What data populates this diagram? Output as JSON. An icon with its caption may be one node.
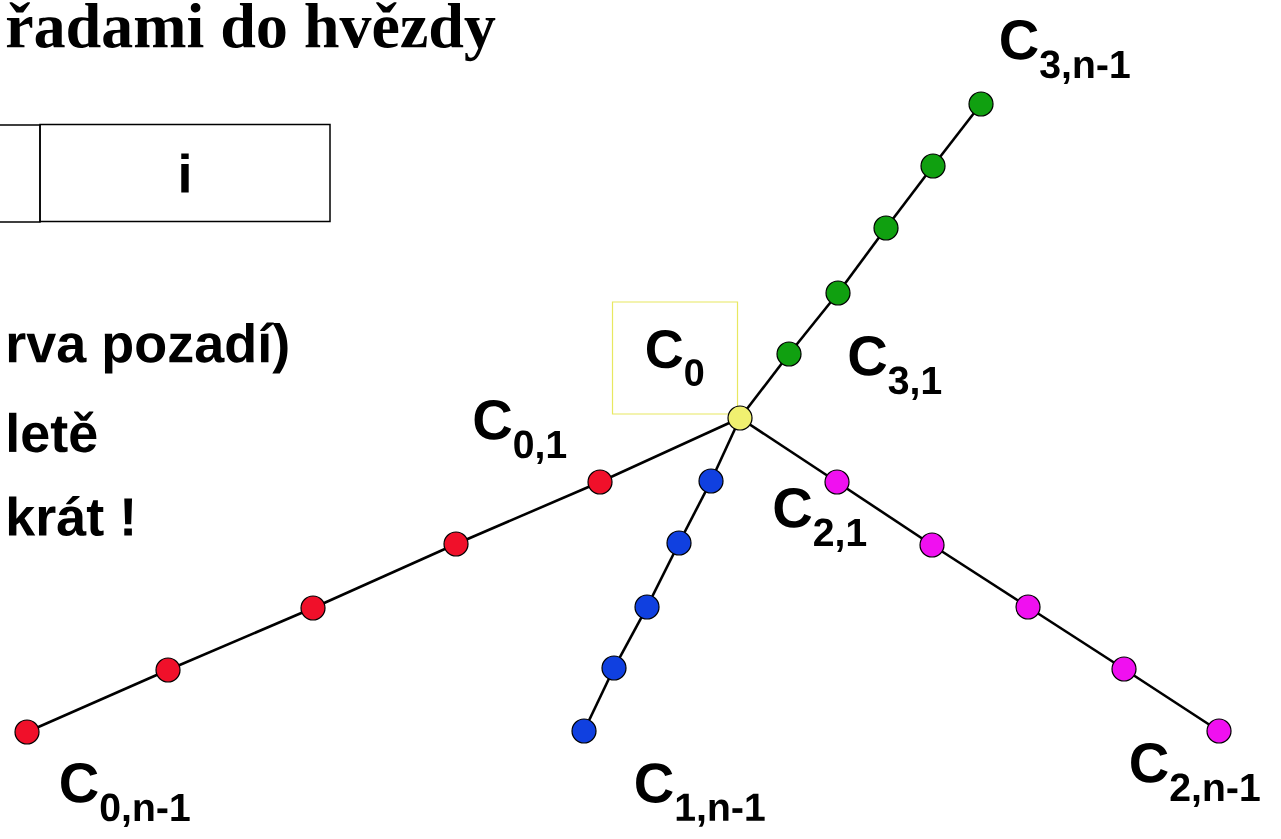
{
  "diagram": {
    "title": "řadami do hvězdy",
    "nodes": [
      {
        "text": [
          "C$_{0}$"
        ]
      },
      {
        "text": [],
        "shape": "circle"
      },
      {
        "text": [],
        "shape": "circle",
        "beside": [
          "C$_{0,1}$"
        ]
      },
      {
        "text": [],
        "shape": "circle"
      },
      {
        "text": [],
        "shape": "circle"
      },
      {
        "text": [],
        "shape": "circle"
      },
      {
        "text": [],
        "shape": "circle",
        "beside": [
          "C$_{0,n-1}$"
        ]
      },
      {
        "text": [],
        "shape": "circle"
      },
      {
        "text": [],
        "shape": "circle"
      },
      {
        "text": [],
        "shape": "circle"
      },
      {
        "text": [],
        "shape": "circle"
      },
      {
        "text": [],
        "shape": "circle",
        "beside": [
          "C$_{1,n-1}$"
        ]
      },
      {
        "text": [],
        "shape": "circle",
        "beside": [
          "C$_{2,1}$"
        ]
      },
      {
        "text": [],
        "shape": "circle"
      },
      {
        "text": [],
        "shape": "circle"
      },
      {
        "text": [],
        "shape": "circle"
      },
      {
        "text": [],
        "shape": "circle",
        "beside": [
          "C$_{2,n-1}$"
        ]
      },
      {
        "text": [],
        "shape": "circle",
        "beside": [
          "C$_{3,1}$"
        ]
      },
      {
        "text": [],
        "shape": "circle"
      },
      {
        "text": [],
        "shape": "circle"
      },
      {
        "text": [],
        "shape": "circle"
      },
      {
        "text": [],
        "shape": "circle",
        "beside": [
          "C$_{3,n-1}$"
        ]
      }
    ],
    "edges": [
      {
        "from": 1,
        "to": 2,
        "arrow": "none"
      },
      {
        "from": 2,
        "to": 3,
        "arrow": "none"
      },
      {
        "from": 3,
        "to": 4,
        "arrow": "none"
      },
      {
        "from": 4,
        "to": 5,
        "arrow": "none"
      },
      {
        "from": 5,
        "to": 6,
        "arrow": "none"
      },
      {
        "from": 1,
        "to": 7,
        "arrow": "none"
      },
      {
        "from": 7,
        "to": 8,
        "arrow": "none"
      },
      {
        "from": 8,
        "to": 9,
        "arrow": "none"
      },
      {
        "from": 9,
        "to": 10,
        "arrow": "none"
      },
      {
        "from": 10,
        "to": 11,
        "arrow": "none"
      },
      {
        "from": 1,
        "to": 12,
        "arrow": "none"
      },
      {
        "from": 12,
        "to": 13,
        "arrow": "none"
      },
      {
        "from": 13,
        "to": 14,
        "arrow": "none"
      },
      {
        "from": 14,
        "to": 15,
        "arrow": "none"
      },
      {
        "from": 15,
        "to": 16,
        "arrow": "none"
      },
      {
        "from": 1,
        "to": 17,
        "arrow": "none"
      },
      {
        "from": 17,
        "to": 18,
        "arrow": "none"
      },
      {
        "from": 18,
        "to": 19,
        "arrow": "none"
      },
      {
        "from": 19,
        "to": 20,
        "arrow": "none"
      },
      {
        "from": 20,
        "to": 21,
        "arrow": "none"
      }
    ],
    "labels": [
      "i",
      "rva pozadí)",
      "letě",
      "krát !"
    ]
  }
}
